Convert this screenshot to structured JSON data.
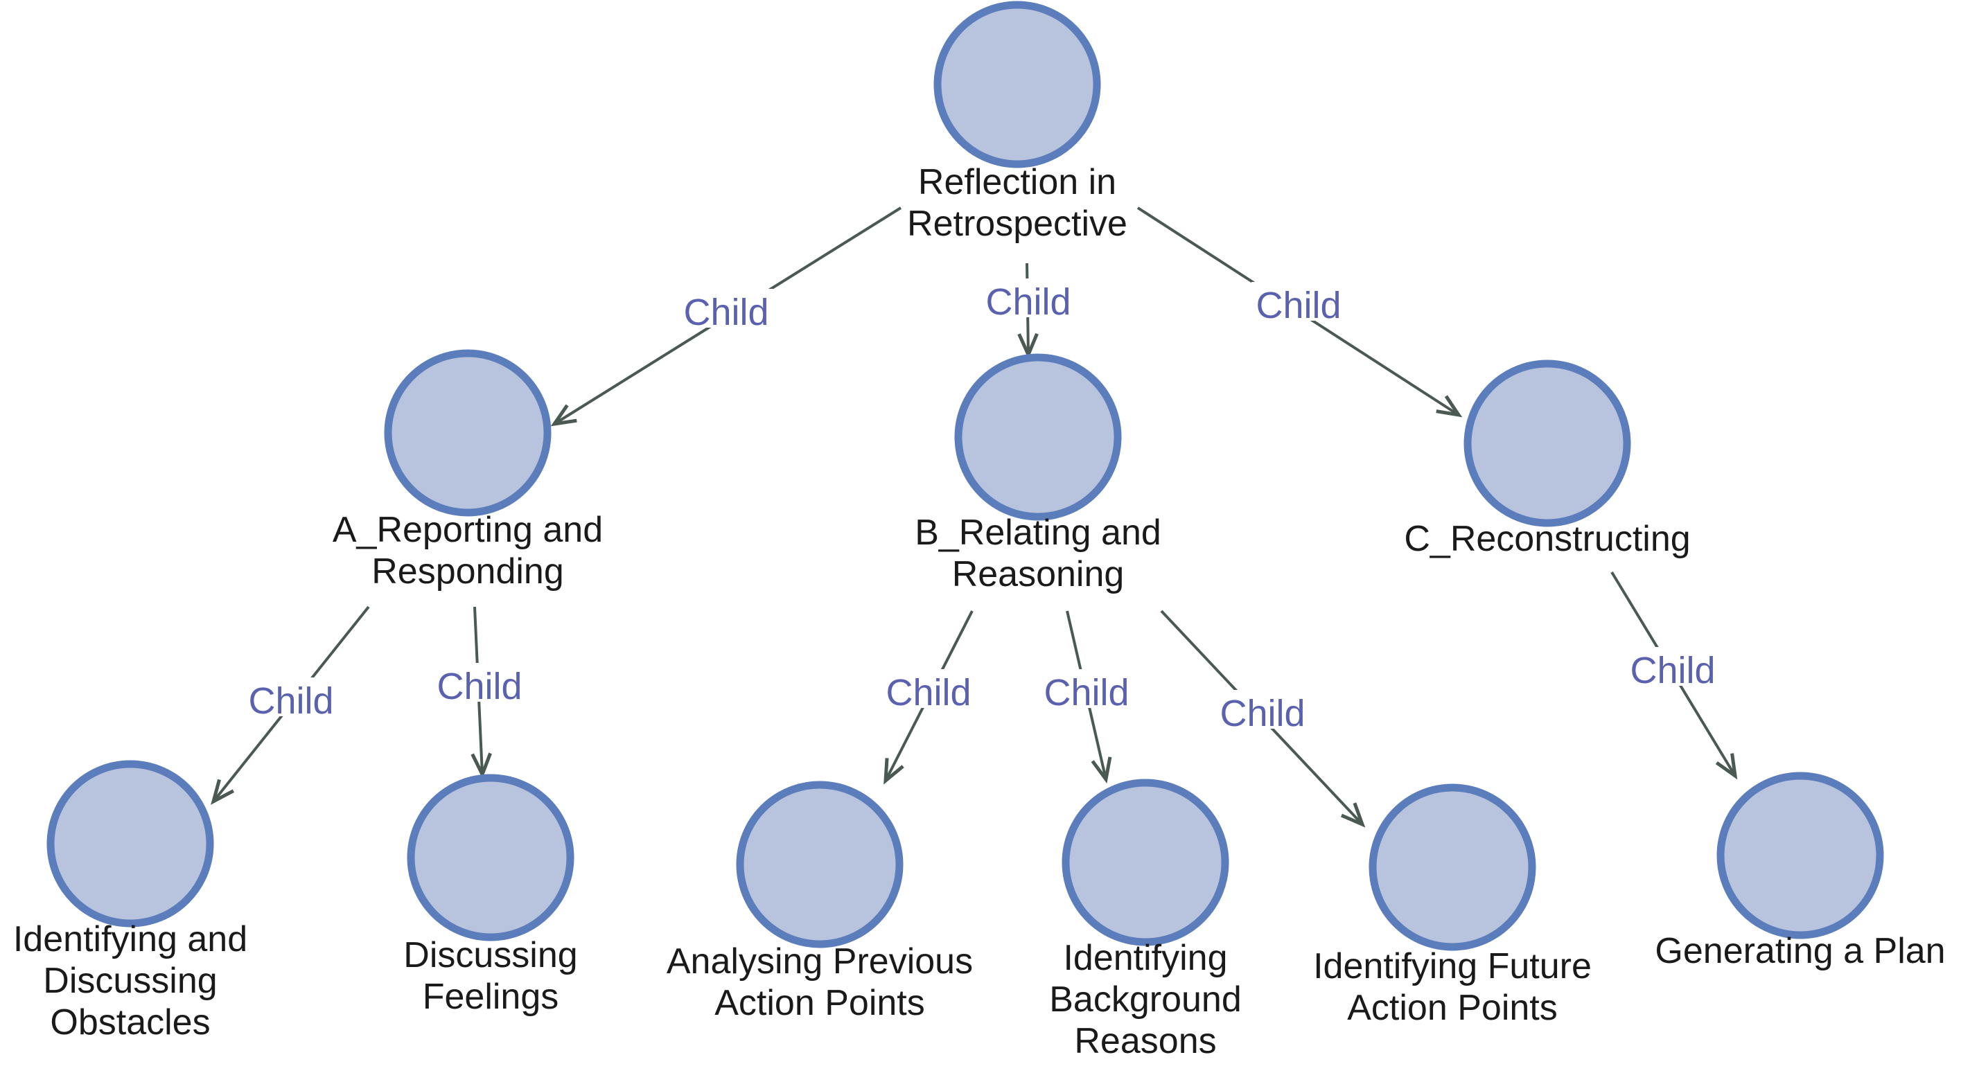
{
  "diagram": {
    "type": "tree",
    "colors": {
      "node_fill": "#b8c3dd",
      "node_stroke": "#5b7dbb",
      "edge_line": "#4a5a52",
      "edge_label": "#5a62b0",
      "label_text": "#1a1a1a"
    },
    "nodes": [
      {
        "id": "root",
        "label_lines": [
          "Reflection in",
          "Retrospective"
        ]
      },
      {
        "id": "a",
        "label_lines": [
          "A_Reporting and",
          "Responding"
        ]
      },
      {
        "id": "b",
        "label_lines": [
          "B_Relating and",
          "Reasoning"
        ]
      },
      {
        "id": "c",
        "label_lines": [
          "C_Reconstructing"
        ]
      },
      {
        "id": "a1",
        "label_lines": [
          "Identifying and",
          "Discussing",
          "Obstacles"
        ]
      },
      {
        "id": "a2",
        "label_lines": [
          "Discussing",
          "Feelings"
        ]
      },
      {
        "id": "b1",
        "label_lines": [
          "Analysing Previous",
          "Action Points"
        ]
      },
      {
        "id": "b2",
        "label_lines": [
          "Identifying",
          "Background",
          "Reasons"
        ]
      },
      {
        "id": "b3",
        "label_lines": [
          "Identifying Future",
          "Action Points"
        ]
      },
      {
        "id": "c1",
        "label_lines": [
          "Generating a Plan"
        ]
      }
    ],
    "edges": [
      {
        "from": "root",
        "to": "a",
        "label": "Child"
      },
      {
        "from": "root",
        "to": "b",
        "label": "Child"
      },
      {
        "from": "root",
        "to": "c",
        "label": "Child"
      },
      {
        "from": "a",
        "to": "a1",
        "label": "Child"
      },
      {
        "from": "a",
        "to": "a2",
        "label": "Child"
      },
      {
        "from": "b",
        "to": "b1",
        "label": "Child"
      },
      {
        "from": "b",
        "to": "b2",
        "label": "Child"
      },
      {
        "from": "b",
        "to": "b3",
        "label": "Child"
      },
      {
        "from": "c",
        "to": "c1",
        "label": "Child"
      }
    ]
  }
}
